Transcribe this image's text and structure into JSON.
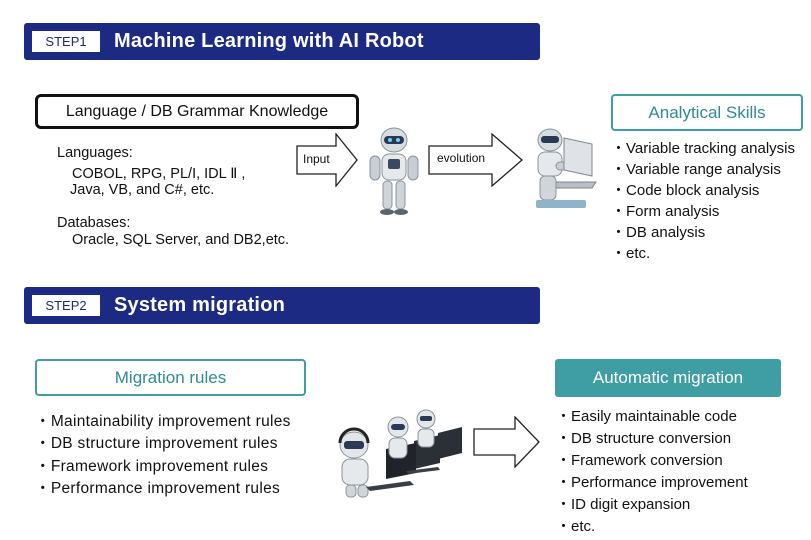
{
  "step1": {
    "badge": "STEP1",
    "title": "Machine Learning with AI Robot",
    "knowledge_box": "Language / DB Grammar Knowledge",
    "languages_label": "Languages:",
    "languages_line1": "COBOL, RPG, PL/I, IDL Ⅱ ,",
    "languages_line2": "Java, VB, and C#, etc.",
    "databases_label": "Databases:",
    "databases_line1": "Oracle, SQL Server, and DB2,etc.",
    "input_label": "Input",
    "evolution_label": "evolution",
    "skills_box": "Analytical Skills",
    "skills": [
      "Variable tracking analysis",
      "Variable range analysis",
      "Code block analysis",
      "Form analysis",
      "DB analysis",
      "etc."
    ]
  },
  "step2": {
    "badge": "STEP2",
    "title": "System migration",
    "rules_box": "Migration rules",
    "rules": [
      "Maintainability improvement rules",
      "DB structure improvement rules",
      "Framework improvement rules",
      "Performance improvement rules"
    ],
    "auto_box": "Automatic migration",
    "outcomes": [
      "Easily maintainable code",
      "DB structure conversion",
      "Framework conversion",
      "Performance improvement",
      "ID digit expansion",
      "etc."
    ]
  },
  "colors": {
    "banner": "#1c2a83",
    "teal": "#3f9ea4",
    "text": "#111111"
  }
}
